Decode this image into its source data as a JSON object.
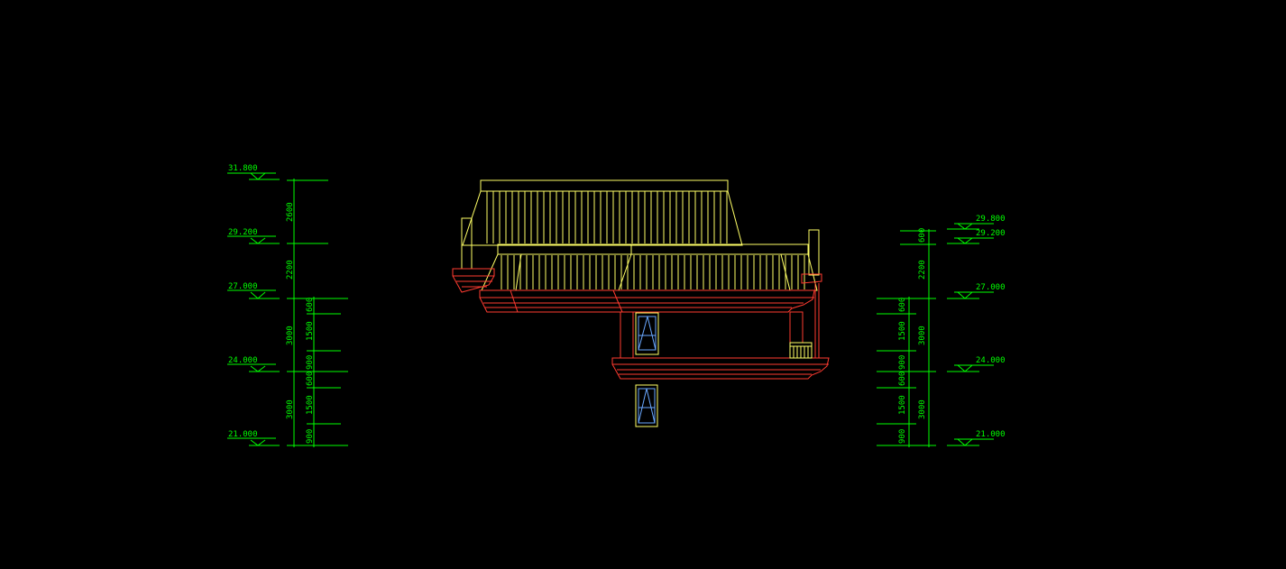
{
  "colors": {
    "background": "#000000",
    "dimension": "#00ff00",
    "outline": "#ff3b30",
    "roof": "#ffff66",
    "window": "#6aa8ff",
    "railing": "#ffff66"
  },
  "left_levels": [
    "31.800",
    "29.200",
    "27.000",
    "24.000",
    "21.000"
  ],
  "left_dims": [
    "2600",
    "2200",
    "3000",
    "600",
    "1500",
    "900",
    "600",
    "3000",
    "1500",
    "900"
  ],
  "right_levels": [
    "29.800",
    "29.200",
    "27.000",
    "24.000",
    "21.000"
  ],
  "right_dims": [
    "600",
    "2200",
    "3000",
    "600",
    "1500",
    "900",
    "3000",
    "600",
    "1500",
    "900"
  ]
}
